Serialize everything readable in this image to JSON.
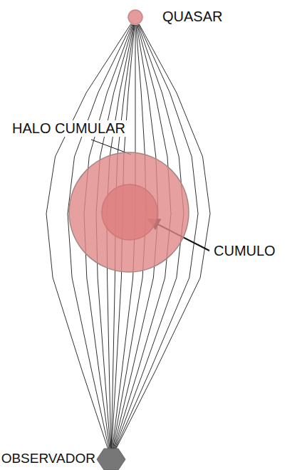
{
  "diagram": {
    "nodes": [
      {
        "text": [
          "QUASAR"
        ]
      },
      {
        "text": [
          "HALO CUMULAR"
        ]
      },
      {
        "text": [
          "CUMULO"
        ],
        "in": 1
      },
      {
        "text": [
          "OBSERVADOR"
        ]
      }
    ],
    "edges": [
      {
        "from": 0,
        "to": 3,
        "arrow": "none"
      },
      {
        "from": 0,
        "to": 3,
        "arrow": "none"
      },
      {
        "from": 0,
        "to": 3,
        "arrow": "none"
      },
      {
        "from": 0,
        "to": 3,
        "arrow": "none"
      },
      {
        "from": 0,
        "to": 3,
        "arrow": "none"
      },
      {
        "from": 0,
        "to": 3,
        "arrow": "none"
      },
      {
        "from": 0,
        "to": 3,
        "arrow": "none"
      },
      {
        "from": 0,
        "to": 3,
        "arrow": "none"
      },
      {
        "from": 0,
        "to": 3,
        "arrow": "none"
      },
      {
        "from": 0,
        "to": 3,
        "arrow": "none"
      },
      {
        "from": 0,
        "to": 3,
        "arrow": "none"
      },
      {
        "from": 0,
        "to": 3,
        "arrow": "none"
      },
      {
        "from": 0,
        "to": 3,
        "arrow": "none"
      },
      {
        "from": 0,
        "to": 3,
        "arrow": "none"
      }
    ]
  }
}
